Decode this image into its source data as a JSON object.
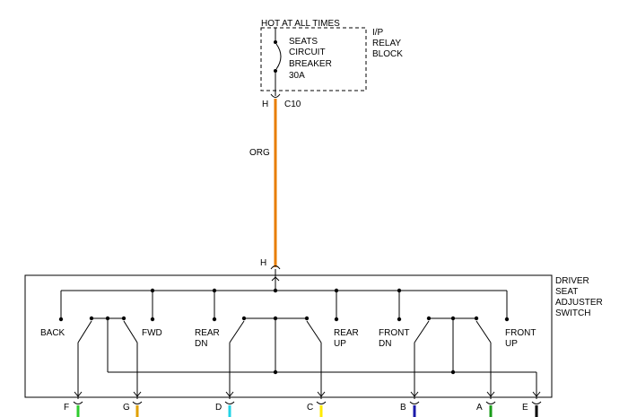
{
  "relay_block": {
    "header": "HOT AT ALL TIMES",
    "name_lines": [
      "I/P",
      "RELAY",
      "BLOCK"
    ],
    "breaker_lines": [
      "SEATS",
      "CIRCUIT",
      "BREAKER",
      "30A"
    ],
    "pin": "H",
    "connector": "C10"
  },
  "wire": {
    "label": "ORG",
    "color": "#e87d00"
  },
  "switch": {
    "name_lines": [
      "DRIVER",
      "SEAT",
      "ADJUSTER",
      "SWITCH"
    ],
    "input_pin": "H",
    "labels": {
      "back": "BACK",
      "fwd": "FWD",
      "rear_dn": [
        "REAR",
        "DN"
      ],
      "rear_up": [
        "REAR",
        "UP"
      ],
      "front_dn": [
        "FRONT",
        "DN"
      ],
      "front_up": [
        "FRONT",
        "UP"
      ]
    }
  },
  "pins": [
    {
      "letter": "F",
      "color": "#2ecc2e"
    },
    {
      "letter": "G",
      "color": "#e0a000"
    },
    {
      "letter": "D",
      "color": "#22d3e6"
    },
    {
      "letter": "C",
      "color": "#ffea00"
    },
    {
      "letter": "B",
      "color": "#1a1aa8"
    },
    {
      "letter": "A",
      "color": "#1a9c1a"
    },
    {
      "letter": "E",
      "color": "#000000"
    }
  ]
}
